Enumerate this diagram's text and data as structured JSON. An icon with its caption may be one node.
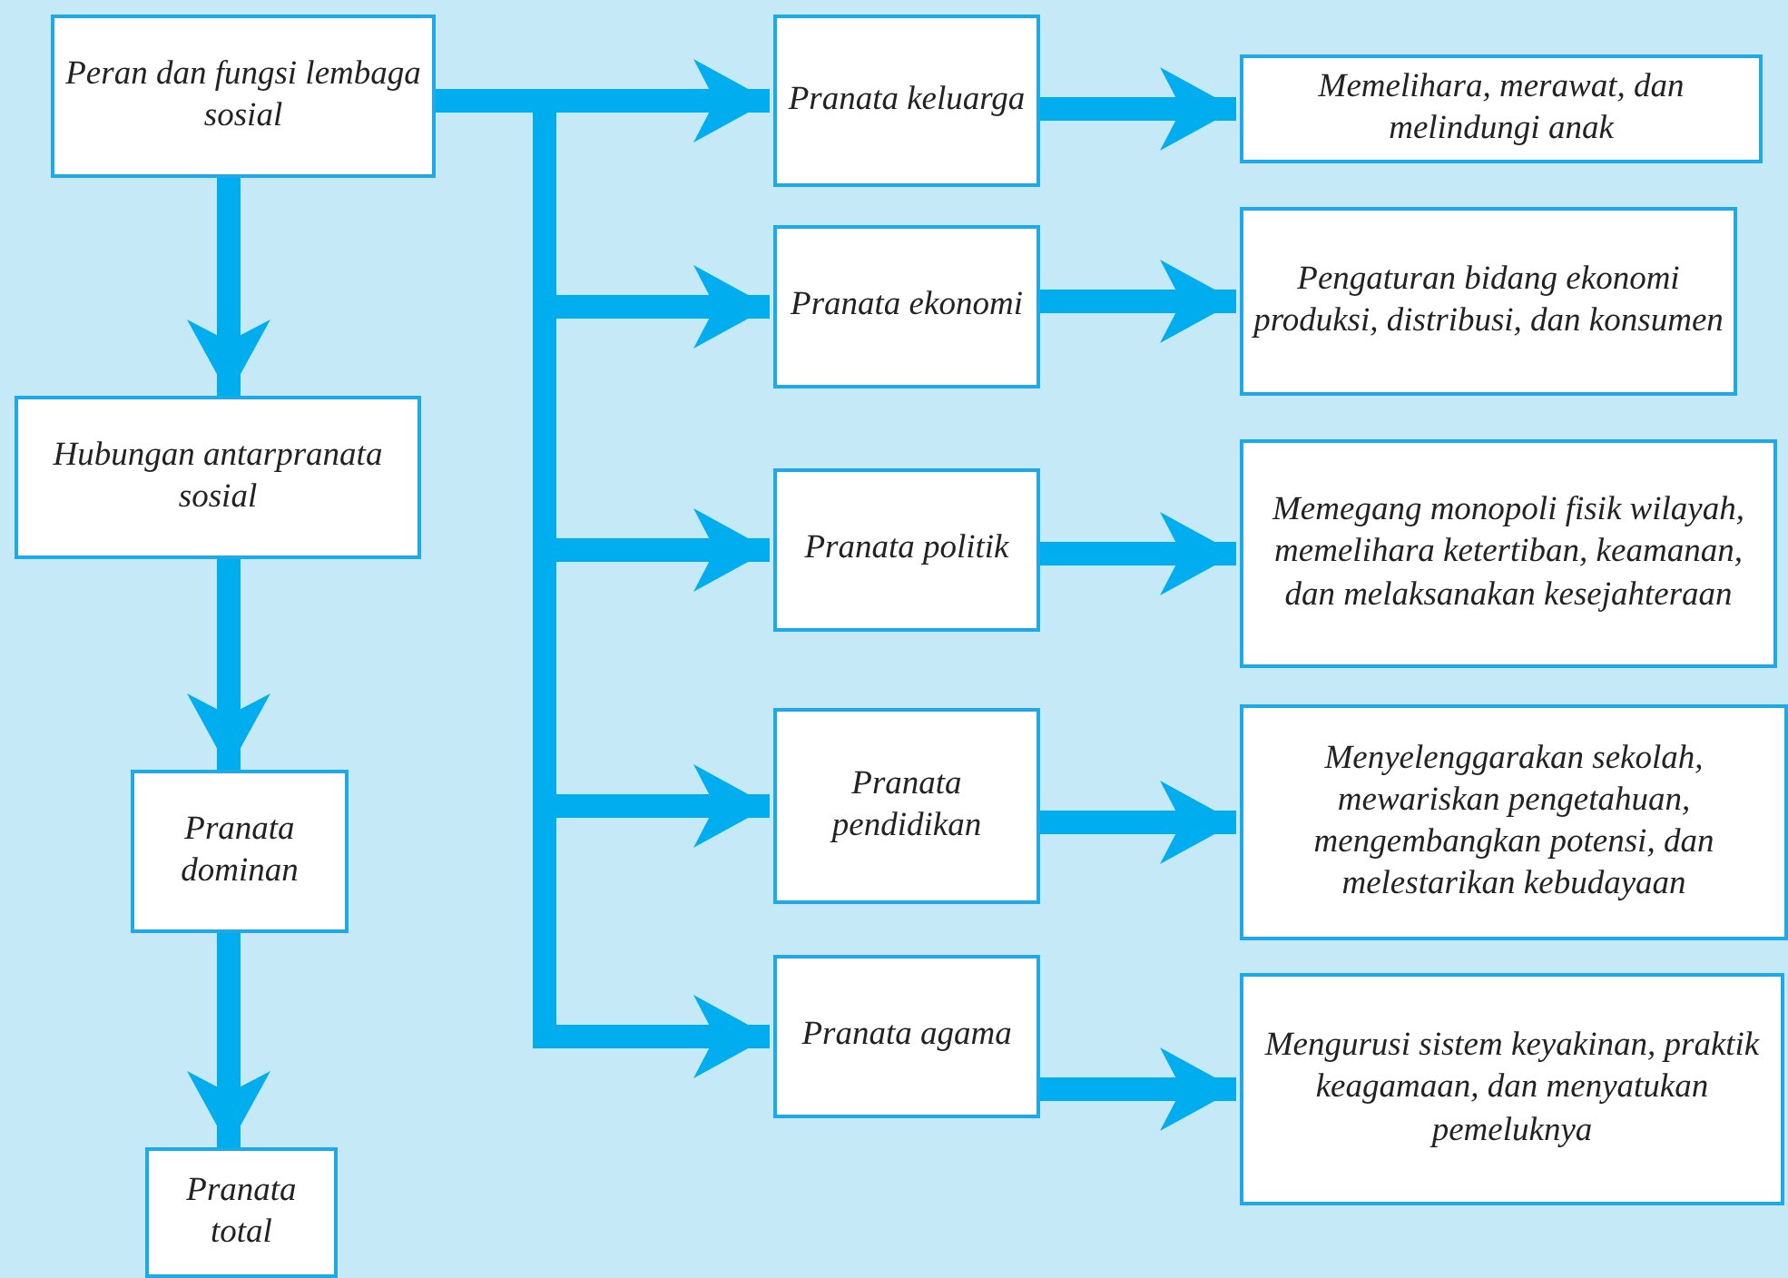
{
  "diagram": {
    "nodes": [
      {
        "text": [
          "Peran dan fungsi lembaga sosial"
        ]
      },
      {
        "text": [
          "Hubungan antarpranata sosial"
        ]
      },
      {
        "text": [
          "Pranata dominan"
        ]
      },
      {
        "text": [
          "Pranata total"
        ]
      },
      {
        "text": [
          "Pranata keluarga"
        ]
      },
      {
        "text": [
          "Pranata ekonomi"
        ]
      },
      {
        "text": [
          "Pranata politik"
        ]
      },
      {
        "text": [
          "Pranata pendidikan"
        ]
      },
      {
        "text": [
          "Pranata agama"
        ]
      },
      {
        "text": [
          "Memelihara, merawat, dan melindungi anak"
        ]
      },
      {
        "text": [
          "Pengaturan bidang ekonomi produksi, distribusi, dan konsumen"
        ]
      },
      {
        "text": [
          "Memegang monopoli fisik wilayah, memelihara ketertiban, keamanan, dan melaksanakan kesejahteraan"
        ]
      },
      {
        "text": [
          "Menyelenggarakan sekolah, mewariskan pengetahuan, mengembangkan potensi, dan melestarikan kebudayaan"
        ]
      },
      {
        "text": [
          "Mengurusi sistem keyakinan, praktik keagamaan, dan menyatukan pemeluknya"
        ]
      }
    ],
    "edges": [
      {
        "from": 0,
        "to": 1,
        "arrow": "to"
      },
      {
        "from": 1,
        "to": 2,
        "arrow": "to"
      },
      {
        "from": 2,
        "to": 3,
        "arrow": "to"
      },
      {
        "from": 0,
        "to": 4,
        "arrow": "to"
      },
      {
        "from": 0,
        "to": 5,
        "arrow": "to"
      },
      {
        "from": 0,
        "to": 6,
        "arrow": "to"
      },
      {
        "from": 0,
        "to": 7,
        "arrow": "to"
      },
      {
        "from": 0,
        "to": 8,
        "arrow": "to"
      },
      {
        "from": 4,
        "to": 9,
        "arrow": "to"
      },
      {
        "from": 5,
        "to": 10,
        "arrow": "to"
      },
      {
        "from": 6,
        "to": 11,
        "arrow": "to"
      },
      {
        "from": 7,
        "to": 12,
        "arrow": "to"
      },
      {
        "from": 8,
        "to": 13,
        "arrow": "to"
      }
    ]
  }
}
